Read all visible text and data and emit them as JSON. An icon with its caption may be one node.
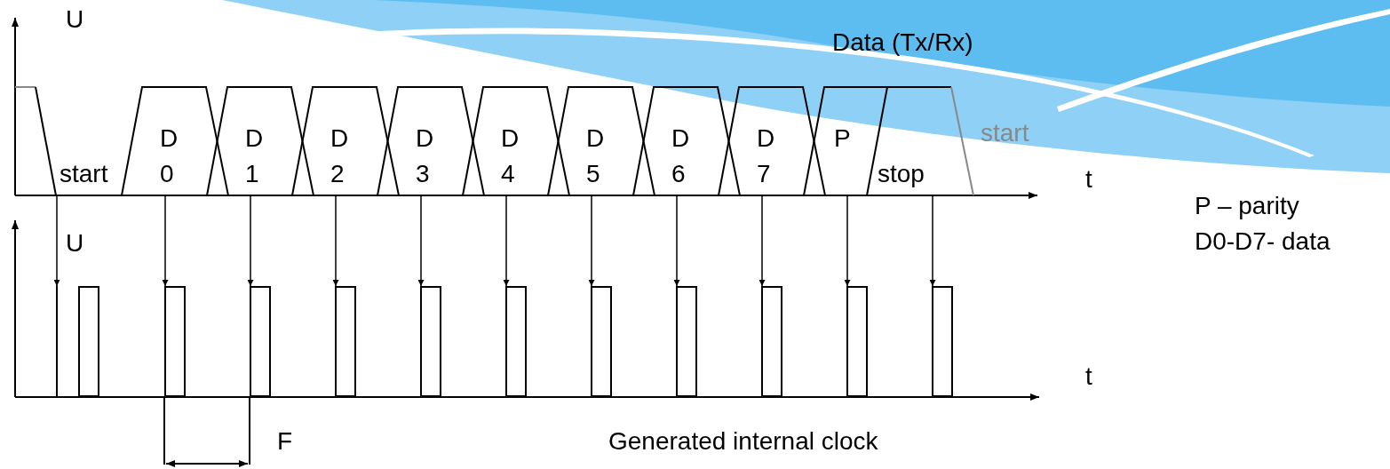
{
  "diagram": {
    "nodes": [
      {
        "text": [
          "start"
        ]
      },
      {
        "text": [
          "D 0"
        ]
      },
      {
        "text": [
          "D 1"
        ]
      },
      {
        "text": [
          "D 2"
        ]
      },
      {
        "text": [
          "D 3"
        ]
      },
      {
        "text": [
          "D 4"
        ]
      },
      {
        "text": [
          "D 5"
        ]
      },
      {
        "text": [
          "D 6"
        ]
      },
      {
        "text": [
          "D 7"
        ]
      },
      {
        "text": [
          "P"
        ]
      },
      {
        "text": [
          "stop"
        ]
      },
      {
        "text": [],
        "shape": "bar"
      },
      {
        "text": [],
        "shape": "bar"
      },
      {
        "text": [],
        "shape": "bar"
      },
      {
        "text": [],
        "shape": "bar"
      },
      {
        "text": [],
        "shape": "bar"
      },
      {
        "text": [],
        "shape": "bar"
      },
      {
        "text": [],
        "shape": "bar"
      },
      {
        "text": [],
        "shape": "bar"
      },
      {
        "text": [],
        "shape": "bar"
      },
      {
        "text": [],
        "shape": "bar"
      },
      {
        "text": [],
        "shape": "bar"
      },
      {
        "text": [],
        "shape": "bar"
      }
    ],
    "edges": [
      {
        "from": 0,
        "to": 11,
        "arrow": "to"
      },
      {
        "from": 1,
        "to": 13,
        "arrow": "to"
      },
      {
        "from": 2,
        "to": 14,
        "arrow": "to"
      },
      {
        "from": 3,
        "to": 15,
        "arrow": "to"
      },
      {
        "from": 4,
        "to": 16,
        "arrow": "to"
      },
      {
        "from": 5,
        "to": 17,
        "arrow": "to"
      },
      {
        "from": 6,
        "to": 18,
        "arrow": "to"
      },
      {
        "from": 7,
        "to": 19,
        "arrow": "to"
      },
      {
        "from": 8,
        "to": 20,
        "arrow": "to"
      },
      {
        "from": 9,
        "to": 21,
        "arrow": "to"
      },
      {
        "from": 10,
        "to": 22,
        "arrow": "to"
      }
    ],
    "labels": [
      "U",
      "Data (Tx/Rx)",
      "start",
      "t",
      "P – parity",
      "U",
      "D0-D7- data",
      "t",
      "F",
      "Generated internal clock"
    ]
  }
}
